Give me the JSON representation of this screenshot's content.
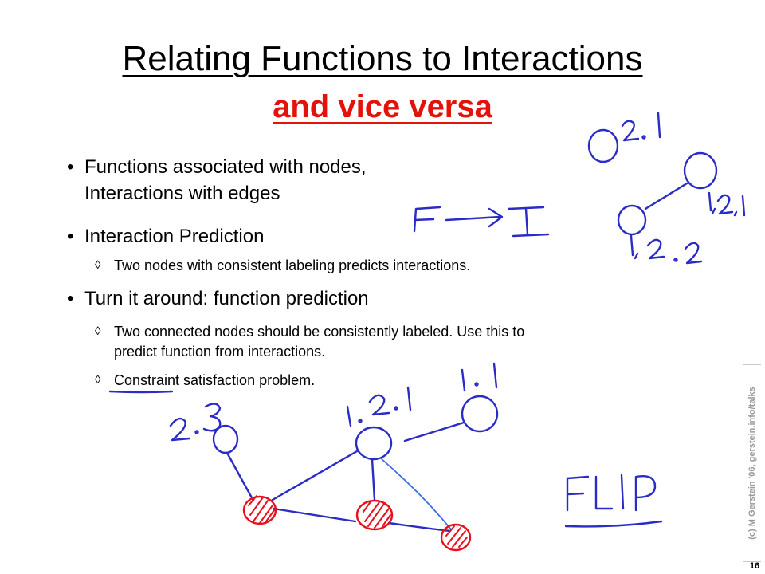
{
  "slide": {
    "title": "Relating Functions to Interactions",
    "subtitle": "and vice versa",
    "bullets": [
      {
        "line1": "Functions associated with nodes,",
        "line2": "Interactions with edges"
      },
      {
        "line1": "Interaction Prediction"
      },
      {
        "line1": "Turn it around: function prediction"
      }
    ],
    "subbullets": [
      {
        "line1": "Two nodes with consistent labeling predicts interactions."
      },
      {
        "line1": "Two connected nodes should be consistently labeled. Use this to",
        "line2": "predict function from interactions."
      },
      {
        "line1": "Constraint satisfaction problem."
      }
    ],
    "bullet_glyph": "•",
    "sub_glyph": "◊"
  },
  "sidebar": {
    "copyright": "(c) M Gerstein '06, gerstein.info/talks",
    "page_number": "16"
  },
  "colors": {
    "title_accent": "#e3120b",
    "ink_blue": "#2b2bc6",
    "ink_red": "#e8101a"
  }
}
